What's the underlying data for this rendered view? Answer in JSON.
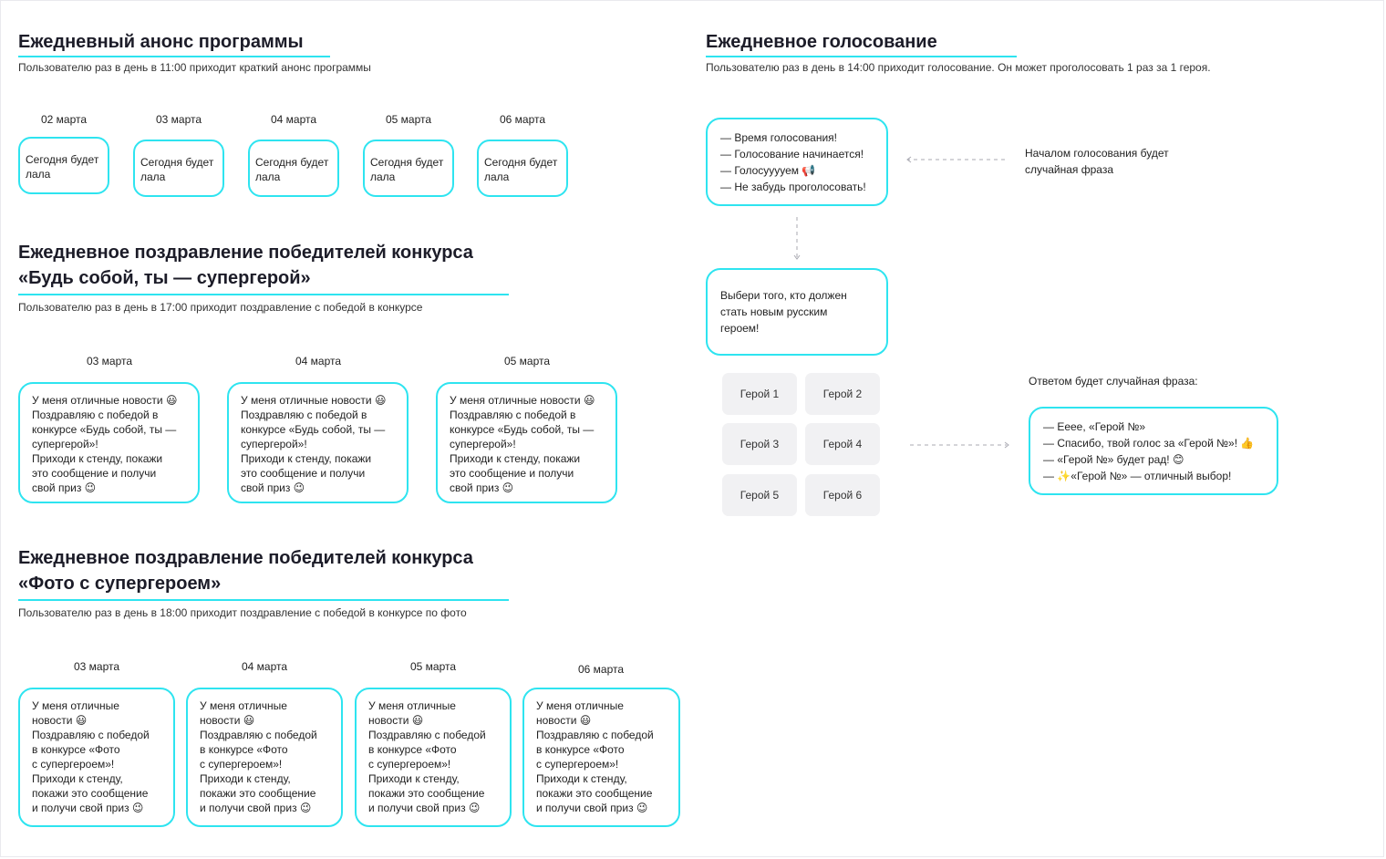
{
  "announce": {
    "title": "Ежедневный анонс программы",
    "subtitle": "Пользователю раз в день в 11:00 приходит краткий анонс программы",
    "cards": [
      {
        "date": "02 марта",
        "text": "Сегодня будет\nлала"
      },
      {
        "date": "03 марта",
        "text": "Сегодня будет\nлала"
      },
      {
        "date": "04 марта",
        "text": "Сегодня будет\nлала"
      },
      {
        "date": "05 марта",
        "text": "Сегодня будет\nлала"
      },
      {
        "date": "06 марта",
        "text": "Сегодня будет\nлала"
      }
    ]
  },
  "contest1": {
    "title": "Ежедневное поздравление победителей конкурса\n«Будь собой, ты — супергерой»",
    "subtitle": "Пользователю раз в день в 17:00 приходит поздравление с победой в конкурсе",
    "cards": [
      {
        "date": "03 марта",
        "text": "У меня отличные новости 😃\nПоздравляю с победой в\nконкурсе «Будь собой, ты —\nсупергерой»!\nПриходи к стенду, покажи\nэто сообщение и получи\nсвой приз 😉"
      },
      {
        "date": "04 марта",
        "text": "У меня отличные новости 😃\nПоздравляю с победой в\nконкурсе «Будь собой, ты —\nсупергерой»!\nПриходи к стенду, покажи\nэто сообщение и получи\nсвой приз 😉"
      },
      {
        "date": "05 марта",
        "text": "У меня отличные новости 😃\nПоздравляю с победой в\nконкурсе «Будь собой, ты —\nсупергерой»!\nПриходи к стенду, покажи\nэто сообщение и получи\nсвой приз 😉"
      }
    ]
  },
  "contest2": {
    "title": "Ежедневное поздравление победителей конкурса\n«Фото с супергероем»",
    "subtitle": "Пользователю раз в день в 18:00 приходит поздравление с победой в конкурсе по фото",
    "cards": [
      {
        "date": "03 марта",
        "text": "У меня отличные\nновости 😃\nПоздравляю с победой\nв конкурсе «Фото\nс супергероем»!\nПриходи к стенду,\nпокажи это сообщение\nи получи свой приз 😉"
      },
      {
        "date": "04 марта",
        "text": "У меня отличные\nновости 😃\nПоздравляю с победой\nв конкурсе «Фото\nс супергероем»!\nПриходи к стенду,\nпокажи это сообщение\nи получи свой приз 😉"
      },
      {
        "date": "05 марта",
        "text": "У меня отличные\nновости 😃\nПоздравляю с победой\nв конкурсе «Фото\nс супергероем»!\nПриходи к стенду,\nпокажи это сообщение\nи получи свой приз 😉"
      },
      {
        "date": "06 марта",
        "text": "У меня отличные\nновости 😃\nПоздравляю с победой\nв конкурсе «Фото\nс супергероем»!\nПриходи к стенду,\nпокажи это сообщение\nи получи свой приз 😉"
      }
    ]
  },
  "voting": {
    "title": "Ежедневное голосование",
    "subtitle": "Пользователю раз в день в 14:00 приходит голосование. Он может проголосовать 1 раз за 1 героя.",
    "start_phrases": "— Время голосования!\n— Голосование начинается!\n— Голосууууем 📢\n— Не забудь проголосовать!",
    "start_note": "Началом голосования будет\nслучайная фраза",
    "prompt": "Выбери того, кто должен\nстать новым русским\nгероем!",
    "heroes": [
      "Герой 1",
      "Герой 2",
      "Герой 3",
      "Герой 4",
      "Герой 5",
      "Герой 6"
    ],
    "answer_note": "Ответом будет случайная фраза:",
    "answer_phrases": "— Еееe, «Герой №»\n— Спасибо, твой голос за «Герой №»! 👍\n— «Герой №» будет рад! 😊\n— ✨«Герой №» — отличный выбор!"
  },
  "colors": {
    "accent": "#2ee4f0",
    "hero_bg": "#f1f1f3",
    "text": "#1c1c28"
  }
}
